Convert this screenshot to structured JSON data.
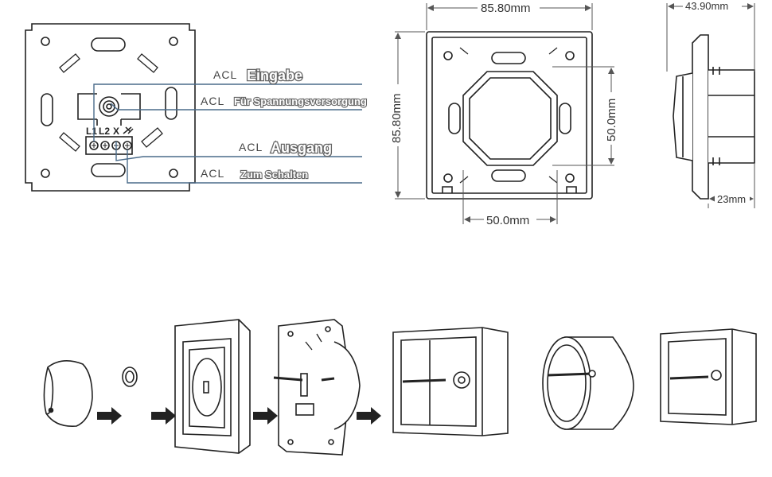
{
  "wiring": {
    "ac_prefix": "ACL",
    "labels": [
      {
        "ac": "ACL",
        "text": "Eingabe",
        "style": "big"
      },
      {
        "ac": "ACL",
        "text": "Für Spannungsversorgung",
        "style": "small"
      },
      {
        "ac": "ACL",
        "text": "Ausgang",
        "style": "big"
      },
      {
        "ac": "ACL",
        "text": "Zum Schalten",
        "style": "small"
      }
    ],
    "terminals": [
      "L1",
      "L2",
      "X"
    ],
    "line_color": "#4a6b8a"
  },
  "front_view": {
    "width_label": "85.80mm",
    "height_label": "85.80mm",
    "inner_height_label": "50.0mm",
    "inner_width_label": "50.0mm"
  },
  "side_view": {
    "width_label": "43.90mm",
    "depth_label": "23mm"
  },
  "assembly": {
    "steps": [
      "knob",
      "nut",
      "cover-frame",
      "dimmer-module",
      "wall-box",
      "round-box",
      "square-box"
    ],
    "arrows": 4
  }
}
